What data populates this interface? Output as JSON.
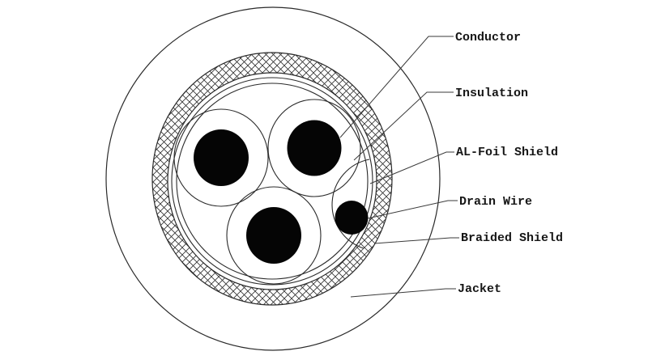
{
  "diagram": {
    "background": "#ffffff",
    "line_color": "#2a2a2a",
    "conductor_fill": "#050505"
  },
  "labels": {
    "conductor": {
      "text": "Conductor"
    },
    "insulation": {
      "text": "Insulation"
    },
    "al_foil_shield": {
      "text": "AL-Foil Shield"
    },
    "drain_wire": {
      "text": "Drain Wire"
    },
    "braided_shield": {
      "text": "Braided Shield"
    },
    "jacket": {
      "text": "Jacket"
    }
  }
}
